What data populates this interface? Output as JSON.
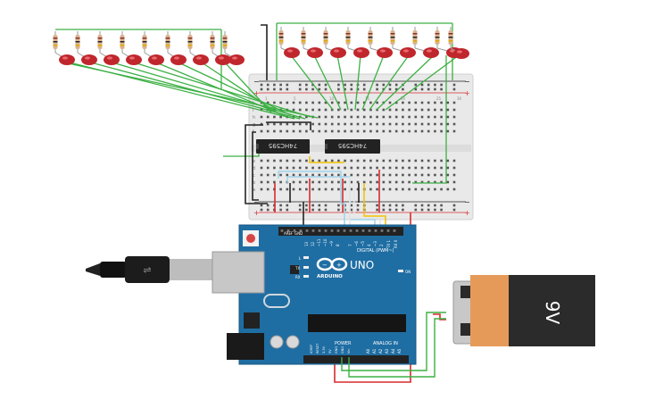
{
  "chips": [
    {
      "label": "74HC595"
    },
    {
      "label": "74HC595"
    }
  ],
  "arduino": {
    "logo_text": "ARDUINO",
    "model": "UNO",
    "header_digital": "DIGITAL (PWM~)",
    "header_power": "POWER",
    "header_analog": "ANALOG IN",
    "pin_aref": "AREF",
    "pin_gnd": "GND",
    "digital_pins": [
      "13",
      "12",
      "~11",
      "~10",
      "~9",
      "8",
      "7",
      "~6",
      "~5",
      "4",
      "~3",
      "2",
      "TX 1",
      "RX 0"
    ],
    "led_l": "L",
    "led_tx": "TX",
    "led_rx": "RX",
    "led_on": "ON",
    "power_pins": [
      "IOREF",
      "RESET",
      "3.3V",
      "5V",
      "GND",
      "GND",
      "Vin"
    ],
    "analog_pins": [
      "A0",
      "A1",
      "A2",
      "A3",
      "A4",
      "A5"
    ]
  },
  "battery": {
    "label": "9V"
  },
  "breadboard": {
    "row_letters_top": [
      "j",
      "i",
      "h",
      "g",
      "f"
    ],
    "row_letters_bottom": [
      "e",
      "d",
      "c",
      "b",
      "a"
    ],
    "column_numbers": [
      "1",
      "5",
      "10",
      "15",
      "20",
      "25",
      "30"
    ],
    "rail_plus": "+",
    "rail_minus": "−"
  },
  "colors": {
    "wire_green": "#3cb043",
    "wire_red": "#d92b2b",
    "wire_black": "#222222",
    "wire_yellow": "#f2c200",
    "wire_white": "#e6e6e6",
    "wire_blue": "#9fd4ea",
    "led": "#c0272d",
    "board": "#1f6ea3",
    "breadboard": "#e9e9e9",
    "battery_orange": "#e69a5a"
  },
  "icons": [
    "usb-cable-icon",
    "reset-button-icon",
    "arduino-infinity-logo-icon",
    "battery-icon",
    "led-icon",
    "resistor-icon"
  ]
}
